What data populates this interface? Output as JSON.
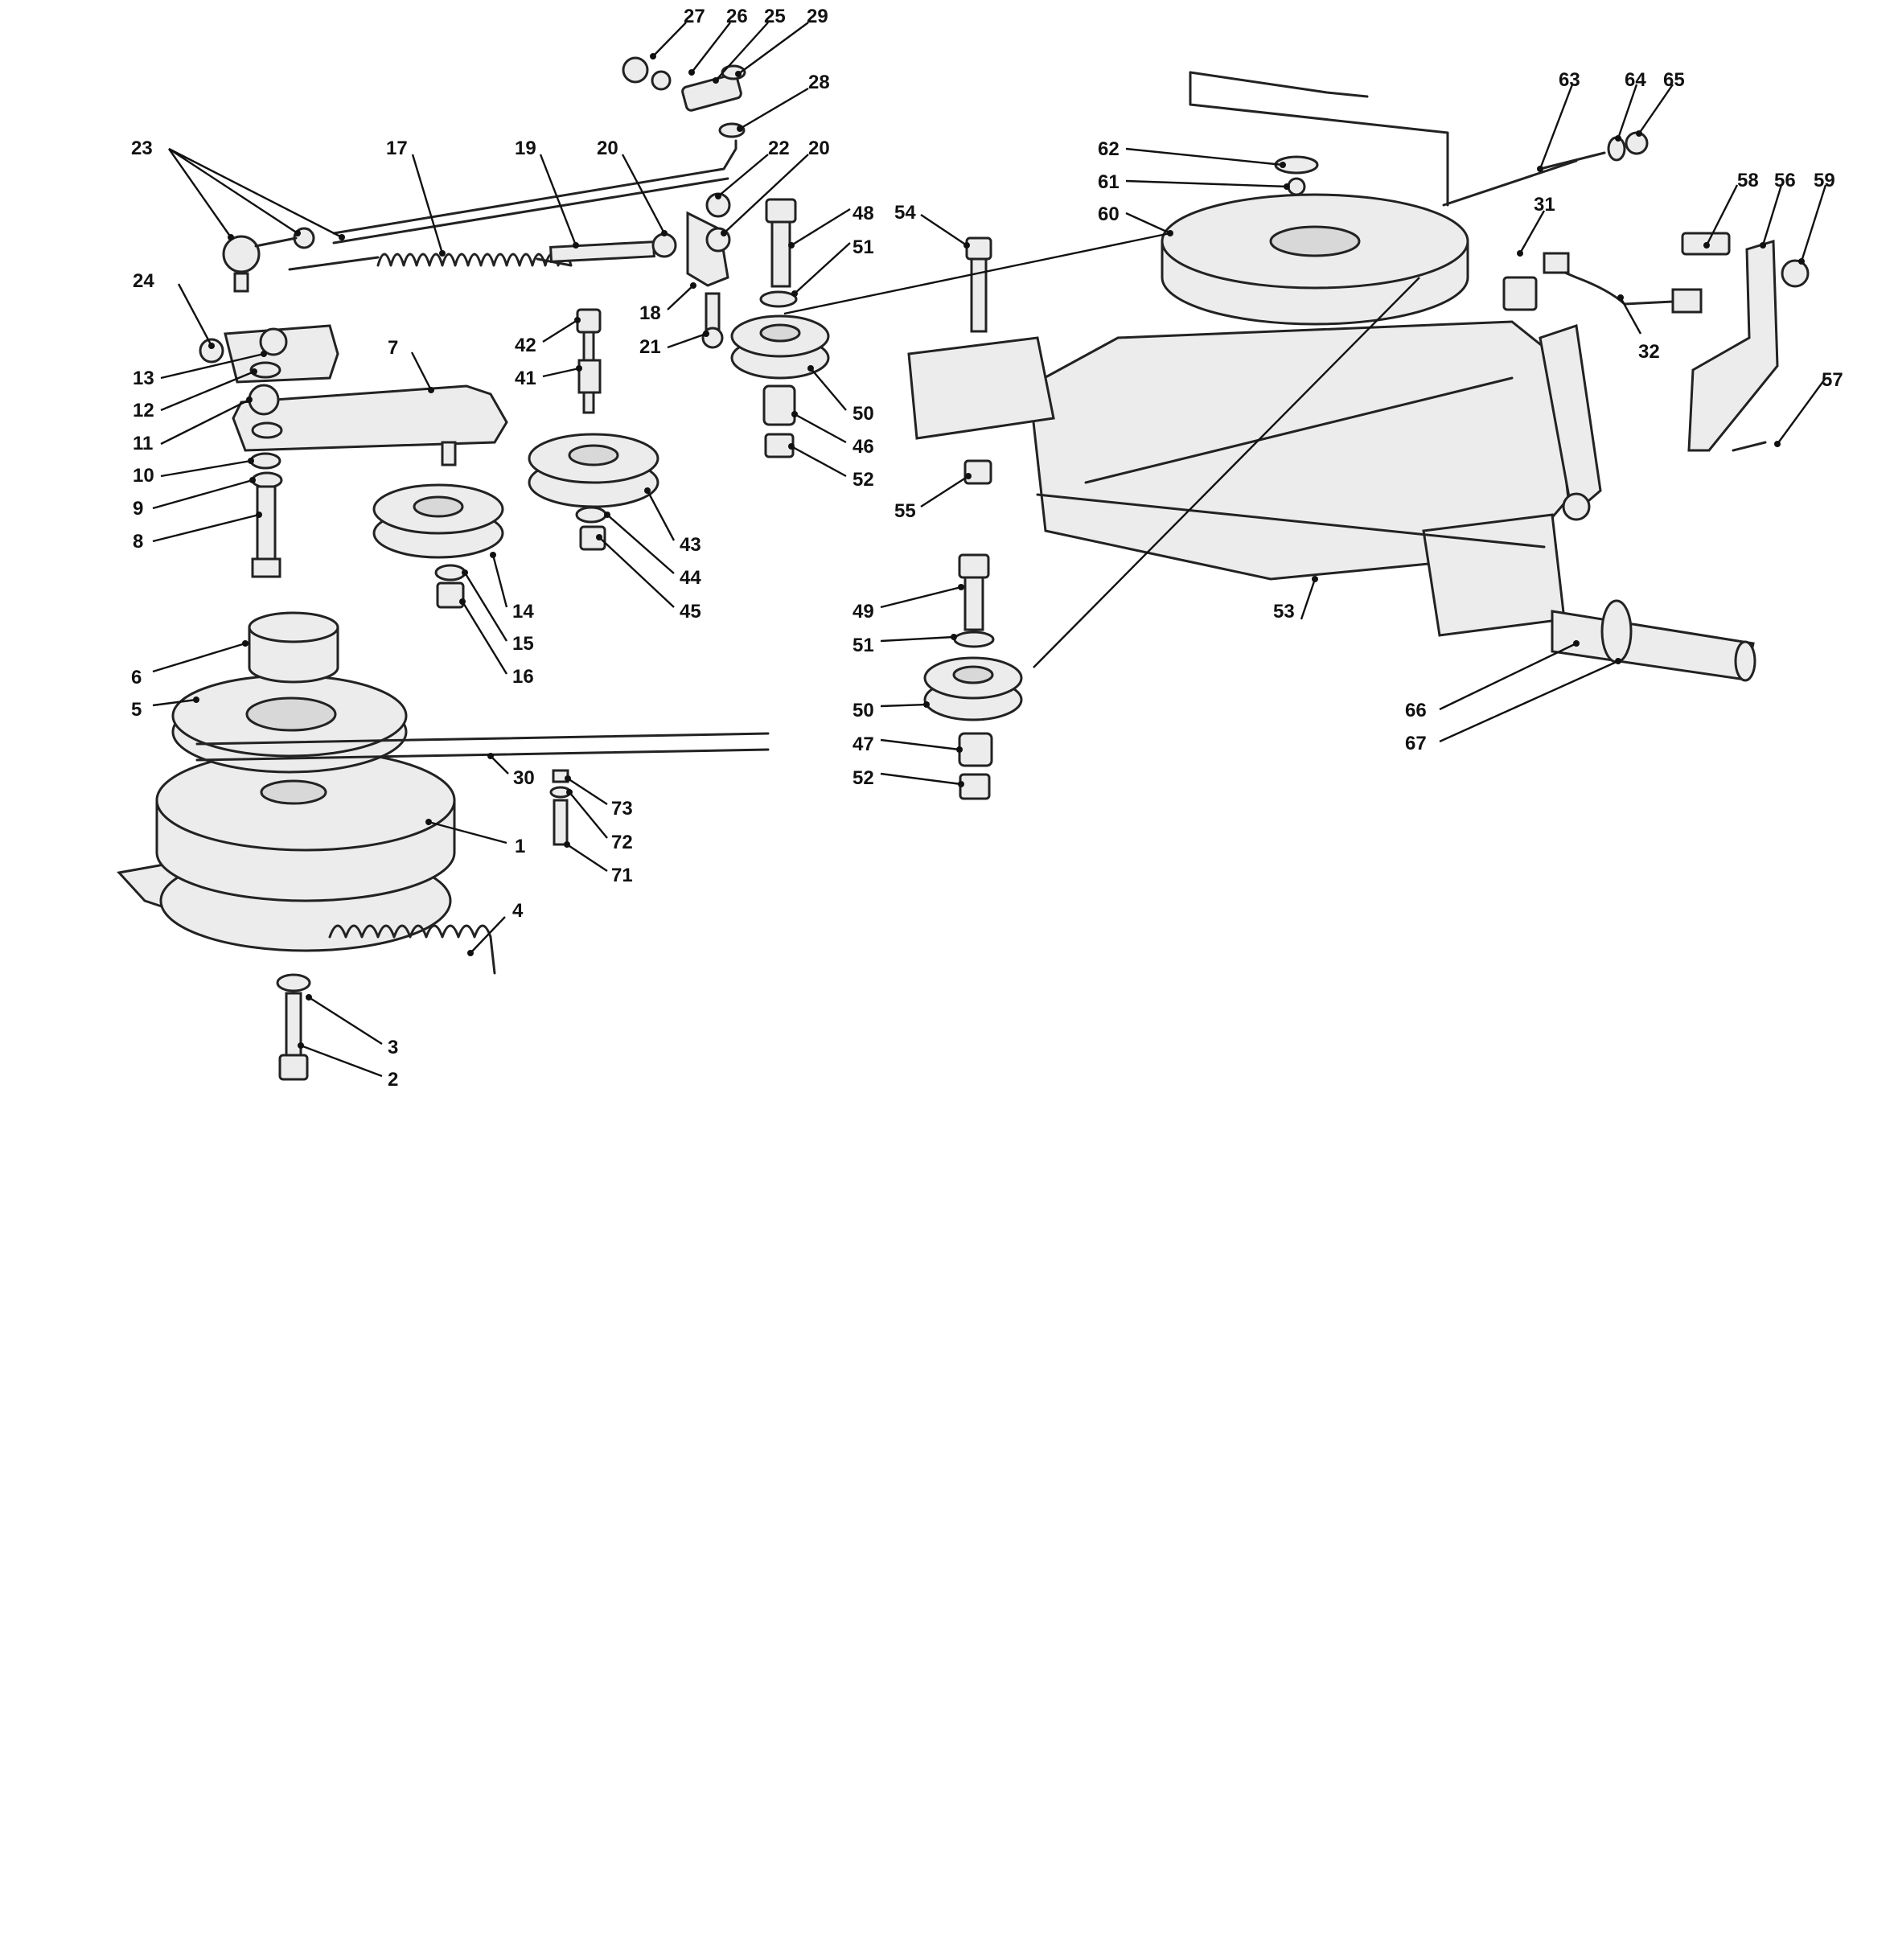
{
  "callouts": [
    {
      "id": "27",
      "label": "27"
    },
    {
      "id": "26",
      "label": "26"
    },
    {
      "id": "25",
      "label": "25"
    },
    {
      "id": "29",
      "label": "29"
    },
    {
      "id": "28",
      "label": "28"
    },
    {
      "id": "23",
      "label": "23"
    },
    {
      "id": "17",
      "label": "17"
    },
    {
      "id": "19",
      "label": "19"
    },
    {
      "id": "20a",
      "label": "20"
    },
    {
      "id": "22",
      "label": "22"
    },
    {
      "id": "20b",
      "label": "20"
    },
    {
      "id": "24",
      "label": "24"
    },
    {
      "id": "13",
      "label": "13"
    },
    {
      "id": "12",
      "label": "12"
    },
    {
      "id": "11",
      "label": "11"
    },
    {
      "id": "10",
      "label": "10"
    },
    {
      "id": "9",
      "label": "9"
    },
    {
      "id": "8",
      "label": "8"
    },
    {
      "id": "7",
      "label": "7"
    },
    {
      "id": "18",
      "label": "18"
    },
    {
      "id": "21",
      "label": "21"
    },
    {
      "id": "42",
      "label": "42"
    },
    {
      "id": "41",
      "label": "41"
    },
    {
      "id": "48",
      "label": "48"
    },
    {
      "id": "51a",
      "label": "51"
    },
    {
      "id": "50a",
      "label": "50"
    },
    {
      "id": "46",
      "label": "46"
    },
    {
      "id": "52a",
      "label": "52"
    },
    {
      "id": "43",
      "label": "43"
    },
    {
      "id": "44",
      "label": "44"
    },
    {
      "id": "45",
      "label": "45"
    },
    {
      "id": "14",
      "label": "14"
    },
    {
      "id": "15",
      "label": "15"
    },
    {
      "id": "16",
      "label": "16"
    },
    {
      "id": "6",
      "label": "6"
    },
    {
      "id": "5",
      "label": "5"
    },
    {
      "id": "30",
      "label": "30"
    },
    {
      "id": "1",
      "label": "1"
    },
    {
      "id": "73",
      "label": "73"
    },
    {
      "id": "72",
      "label": "72"
    },
    {
      "id": "71",
      "label": "71"
    },
    {
      "id": "4",
      "label": "4"
    },
    {
      "id": "3",
      "label": "3"
    },
    {
      "id": "2",
      "label": "2"
    },
    {
      "id": "54",
      "label": "54"
    },
    {
      "id": "55",
      "label": "55"
    },
    {
      "id": "49",
      "label": "49"
    },
    {
      "id": "51b",
      "label": "51"
    },
    {
      "id": "50b",
      "label": "50"
    },
    {
      "id": "47",
      "label": "47"
    },
    {
      "id": "52b",
      "label": "52"
    },
    {
      "id": "62",
      "label": "62"
    },
    {
      "id": "61",
      "label": "61"
    },
    {
      "id": "60",
      "label": "60"
    },
    {
      "id": "63",
      "label": "63"
    },
    {
      "id": "64",
      "label": "64"
    },
    {
      "id": "65",
      "label": "65"
    },
    {
      "id": "31",
      "label": "31"
    },
    {
      "id": "32",
      "label": "32"
    },
    {
      "id": "58",
      "label": "58"
    },
    {
      "id": "56",
      "label": "56"
    },
    {
      "id": "59",
      "label": "59"
    },
    {
      "id": "57",
      "label": "57"
    },
    {
      "id": "53",
      "label": "53"
    },
    {
      "id": "66",
      "label": "66"
    },
    {
      "id": "67",
      "label": "67"
    }
  ]
}
